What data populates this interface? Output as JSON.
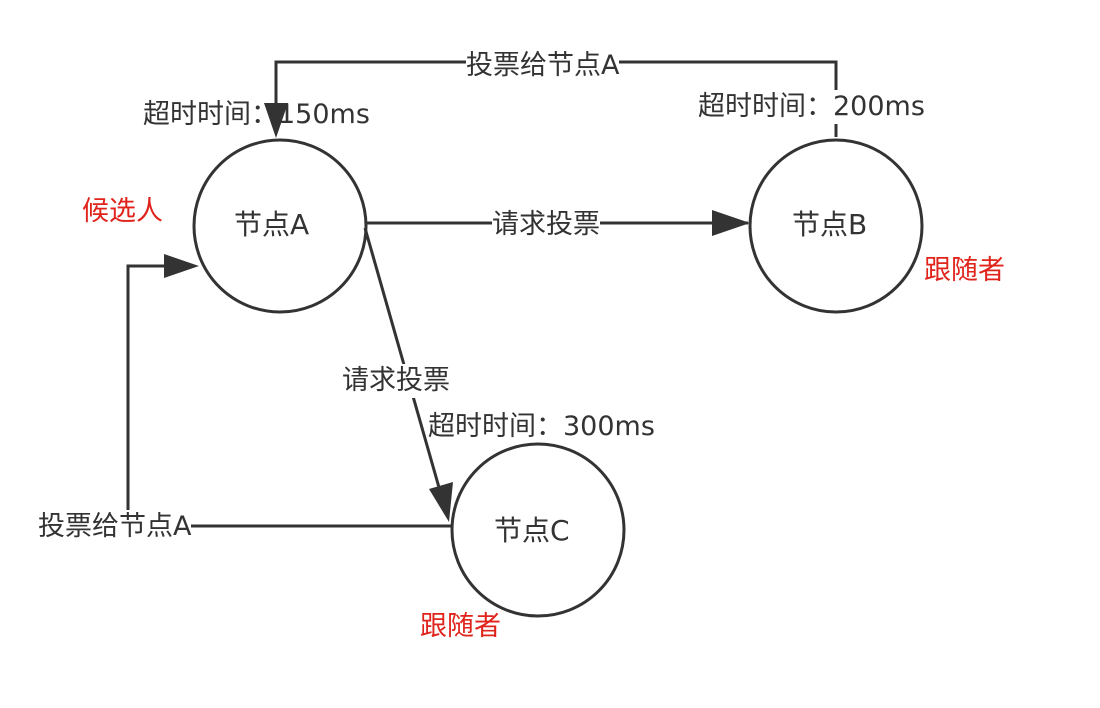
{
  "nodes": {
    "a": {
      "label": "节点A",
      "timeout": "超时时间：150ms",
      "role": "候选人"
    },
    "b": {
      "label": "节点B",
      "timeout": "超时时间：200ms",
      "role": "跟随者"
    },
    "c": {
      "label": "节点C",
      "timeout": "超时时间：300ms",
      "role": "跟随者"
    }
  },
  "edges": {
    "a_to_b": "请求投票",
    "a_to_c": "请求投票",
    "b_to_a": "投票给节点A",
    "c_to_a": "投票给节点A"
  },
  "colors": {
    "stroke": "#333333",
    "text": "#333333",
    "role": "#e0231b"
  }
}
